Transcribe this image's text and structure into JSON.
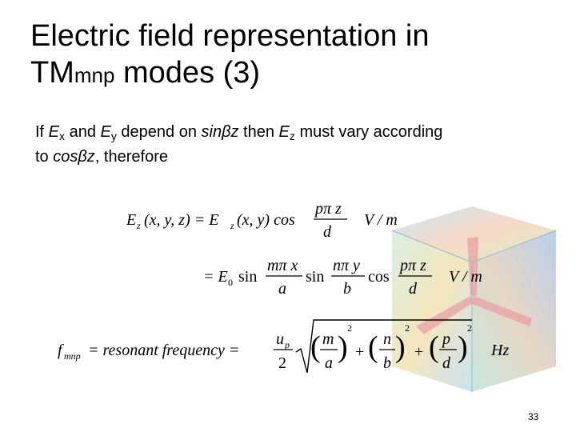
{
  "title": {
    "line1": "Electric field representation in",
    "line2_main": "TM",
    "line2_sub": "mnp",
    "line2_rest": " modes (3)"
  },
  "body": {
    "p1": "If ",
    "Ex_E": "E",
    "Ex_sub": "x",
    "p2": " and ",
    "Ey_E": "E",
    "Ey_sub": "y",
    "p3": " depend on ",
    "sin": "sinβz",
    "p4": " then ",
    "Ez_E": "E",
    "Ez_sub": "z",
    "p5": " must vary according",
    "p6": "to ",
    "cos": "cosβz",
    "p7": ", therefore"
  },
  "equations": {
    "eq1_lhs": "E",
    "eq1_lhs_sub": "z",
    "eq1_args": "(x, y, z) = E",
    "eq1_args_sub": "z",
    "eq1_args2": "(x, y) cos",
    "eq1_num": "pπ z",
    "eq1_den": "d",
    "eq1_unit": "V / m",
    "eq2_lead": "= E",
    "eq2_lead_sub": "0",
    "eq2_sin1": "sin",
    "eq2_num1": "mπ x",
    "eq2_den1": "a",
    "eq2_sin2": "sin",
    "eq2_num2": "nπ y",
    "eq2_den2": "b",
    "eq2_cos": "cos",
    "eq2_num3": "pπ z",
    "eq2_den3": "d",
    "eq2_unit": "V / m",
    "eq3_lhs": "f",
    "eq3_lhs_sub": "mnp",
    "eq3_text": "= resonant  frequency =",
    "eq3_num": "u",
    "eq3_num_sub": "p",
    "eq3_den": "2",
    "eq3_m": "m",
    "eq3_a": "a",
    "eq3_n": "n",
    "eq3_b": "b",
    "eq3_p": "p",
    "eq3_d": "d",
    "eq3_exp": "2",
    "eq3_plus": "+",
    "eq3_unit": "Hz"
  },
  "page_number": "33"
}
